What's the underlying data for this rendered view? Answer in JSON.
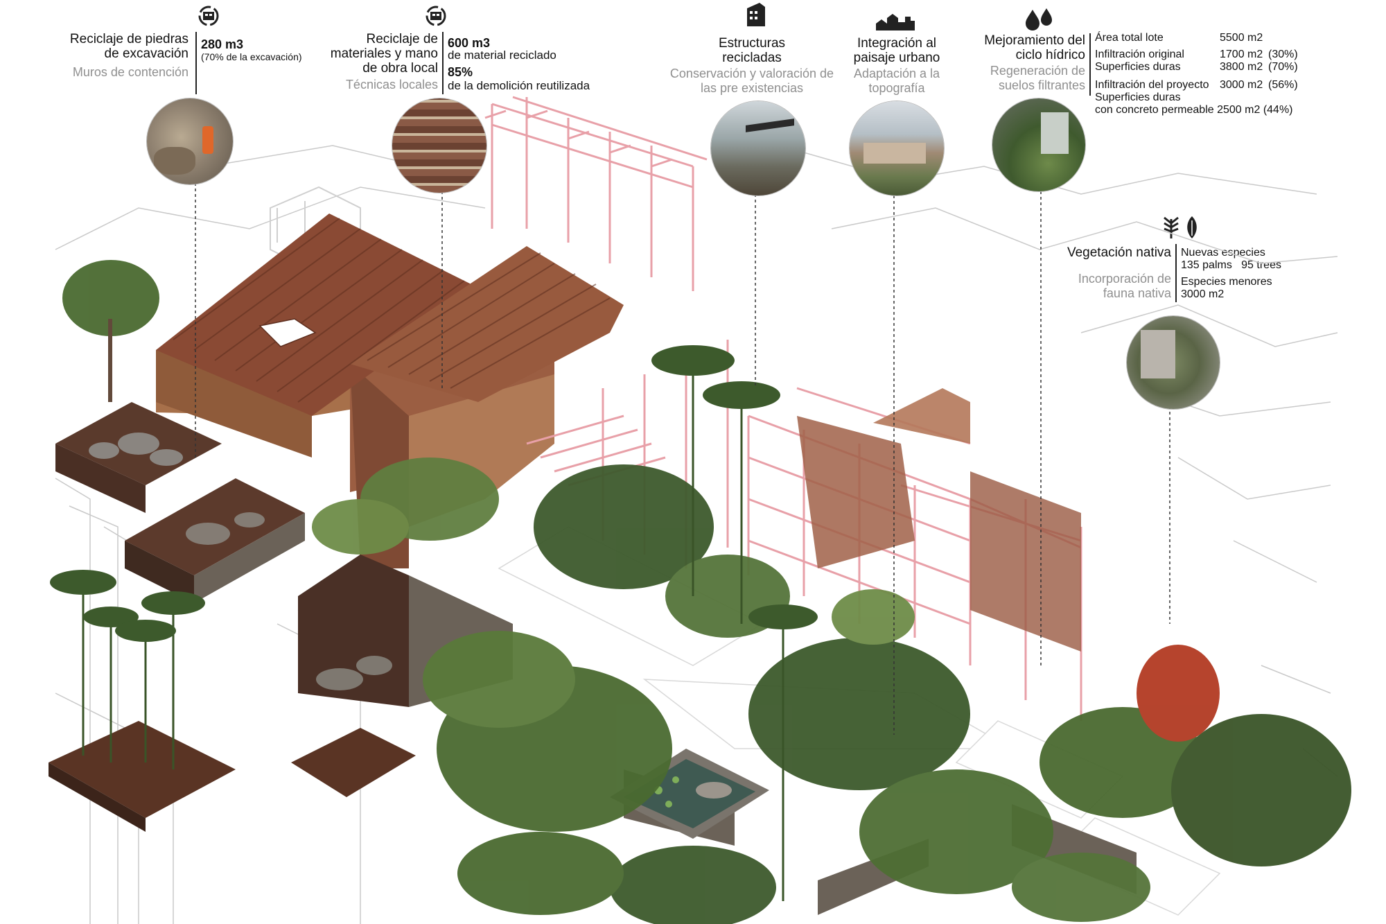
{
  "colors": {
    "text": "#111111",
    "muted": "#8f8f8f",
    "structure": "#e8a0a8",
    "roof": "#8a4a34",
    "stone": "#6b6258",
    "vegetation": "#3d5a2c",
    "soil": "#6e4533"
  },
  "icons": [
    "recycle-icon",
    "recycle-icon",
    "building-icon",
    "city-skyline-icon",
    "water-drops-icon",
    "leaf-icon"
  ],
  "panels": {
    "piedras": {
      "title": "Reciclaje de piedras de excavación",
      "subtitle": "Muros de contención",
      "value": "280 m3",
      "note": "(70% de la excavación)"
    },
    "materiales": {
      "title": "Reciclaje de materiales y mano de obra local",
      "subtitle": "Técnicas locales",
      "value1": "600 m3",
      "note1": "de material reciclado",
      "value2": "85%",
      "note2": "de la demolición reutilizada"
    },
    "estructuras": {
      "title": "Estructuras recicladas",
      "subtitle": "Conservación y valoración de las pre existencias"
    },
    "integracion": {
      "title": "Integración al paisaje urbano",
      "subtitle": "Adaptación a la topografía"
    },
    "hidrico": {
      "title": "Mejoramiento del ciclo hídrico",
      "subtitle": "Regeneración de suelos filtrantes",
      "rows": [
        {
          "label": "Área total lote",
          "value": "5500 m2",
          "pct": ""
        },
        {
          "label": "Infiltración original",
          "value": "1700 m2",
          "pct": "(30%)"
        },
        {
          "label": "Superficies duras",
          "value": "3800 m2",
          "pct": "(70%)"
        },
        {
          "label": "Infiltración del proyecto",
          "value": "3000 m2",
          "pct": "(56%)"
        }
      ],
      "extra_line1": "Superficies duras",
      "extra_line2": "con concreto permeable 2500 m2  (44%)"
    },
    "vegetacion": {
      "title": "Vegetación nativa",
      "subtitle": "Incorporación de fauna nativa",
      "line1": "Nuevas especies",
      "line2": "135 palms   95 trees",
      "line3": "Especies menores",
      "line4": "3000 m2"
    }
  }
}
